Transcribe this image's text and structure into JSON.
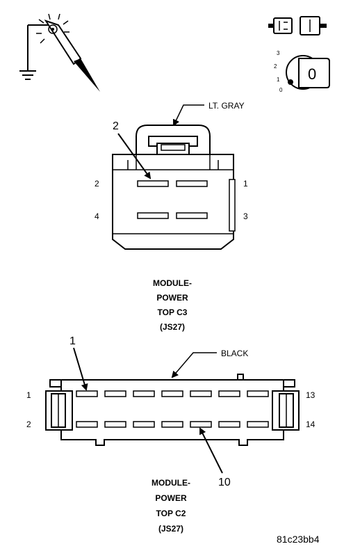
{
  "icons": {
    "probe": "test-probe-ground-icon",
    "connector_unplug": "connector-disconnect-icon",
    "ignition": "ignition-key-off-icon",
    "ignition_positions": [
      "3",
      "2",
      "1",
      "0"
    ],
    "ignition_key_label": "0"
  },
  "connector_c3": {
    "color_label": "LT. GRAY",
    "callout_pin": "2",
    "pin_labels": {
      "top_left": "2",
      "top_right": "1",
      "bottom_left": "4",
      "bottom_right": "3"
    },
    "title_lines": [
      "MODULE-",
      "POWER",
      "TOP C3",
      "(JS27)"
    ]
  },
  "connector_c2": {
    "color_label": "BLACK",
    "callout_top": "1",
    "callout_bottom": "10",
    "pin_labels": {
      "top_left": "1",
      "top_right": "13",
      "bottom_left": "2",
      "bottom_right": "14"
    },
    "title_lines": [
      "MODULE-",
      "POWER",
      "TOP C2",
      "(JS27)"
    ]
  },
  "figure_code": "81c23bb4"
}
